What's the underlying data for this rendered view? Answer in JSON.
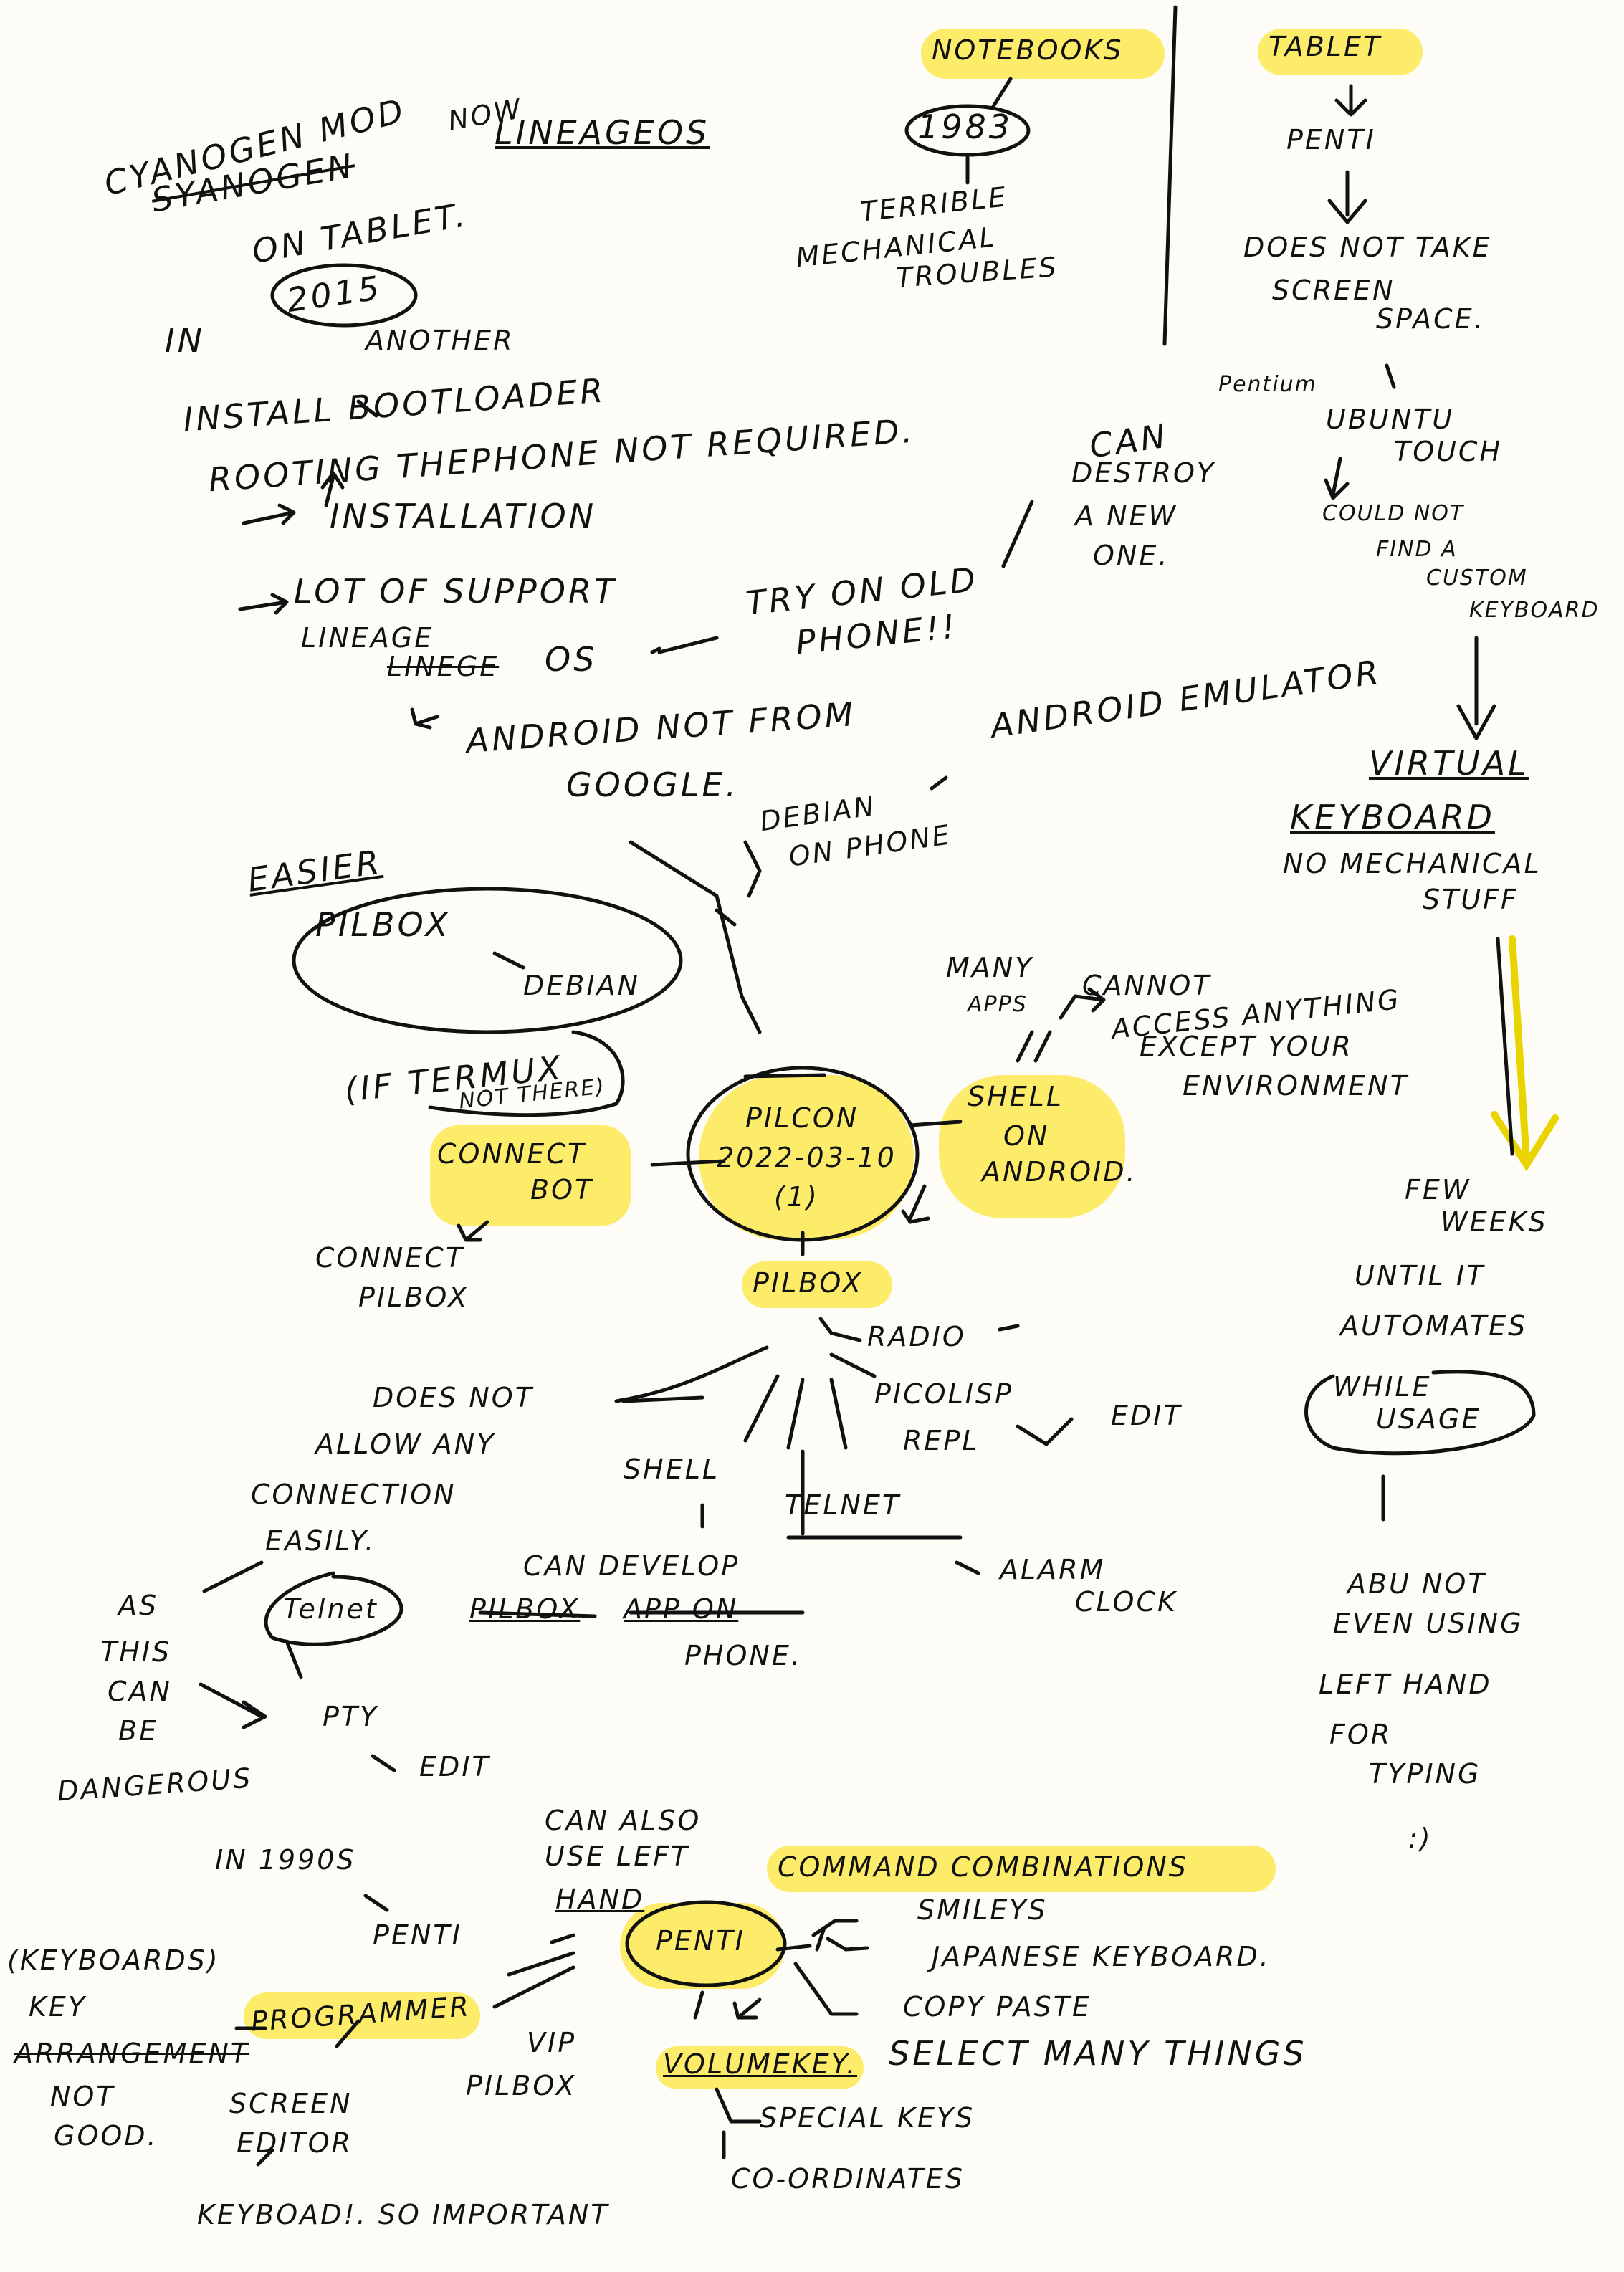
{
  "notes": {
    "cyanogen_mod": "CYANOGEN MOD",
    "cyanogen_strike": "SYANOGEN",
    "now": "NOW",
    "lineageos": "LINEAGEOS",
    "on_tablet": "ON TABLET.",
    "in": "IN",
    "year_2015": "2015",
    "another": "ANOTHER",
    "install_bootloader": "INSTALL BOOTLOADER",
    "rooting": "ROOTING THEPHONE NOT REQUIRED.",
    "installation": "INSTALLATION",
    "lot_support": "LOT OF SUPPORT",
    "lineage_over": "LINEAGE",
    "lineage_strike": "LINEGE",
    "os": "OS",
    "android_not_google": "ANDROID NOT FROM",
    "google": "GOOGLE.",
    "try_old": "TRY ON OLD",
    "phone": "PHONE!!",
    "can_destroy": "CAN",
    "destroy": "DESTROY",
    "a_new": "A NEW",
    "one": "ONE.",
    "notebooks": "NOTEBOOKS",
    "year_1983": "1983",
    "terrible": "TERRIBLE",
    "mechanical": "MECHANICAL",
    "troubles": "TROUBLES",
    "tablet": "TABLET",
    "penti_top": "PENTI",
    "does_not_take": "DOES NOT TAKE",
    "screen": "SCREEN",
    "space": "SPACE.",
    "pentium": "Pentium",
    "ubuntu": "UBUNTU",
    "touch": "TOUCH",
    "could_not": "COULD NOT",
    "find_a": "FIND A",
    "custom": "CUSTOM",
    "keyboard_sm": "KEYBOARD",
    "android_emulator": "ANDROID EMULATOR",
    "debian_on": "DEBIAN",
    "on_phone": "ON PHONE",
    "virtual": "VIRTUAL",
    "keyboard_v": "KEYBOARD",
    "no_mech": "NO MECHANICAL",
    "stuff": "STUFF",
    "easier": "EASIER",
    "pilbox_e": "PILBOX",
    "debian_e": "DEBIAN",
    "if_termux": "(IF TERMUX",
    "not_there": "NOT THERE)",
    "many": "MANY",
    "apps": "APPS",
    "cannot": "CANNOT",
    "access": "ACCESS ANYTHING",
    "except": "EXCEPT YOUR",
    "environment": "ENVIRONMENT",
    "pilcon": "PILCON",
    "date": "2022-03-10",
    "one_circ": "(1)",
    "shell_on": "SHELL",
    "on": "ON",
    "android": "ANDROID.",
    "connect_bot1": "CONNECT",
    "connect_bot2": "BOT",
    "connect_pilbox1": "CONNECT",
    "connect_pilbox2": "PILBOX",
    "few": "FEW",
    "weeks": "WEEKS",
    "until": "UNTIL IT",
    "automates": "AUTOMATES",
    "while": "WHILE",
    "usage": "USAGE",
    "pilbox_c": "PILBOX",
    "radio": "RADIO",
    "does_not_allow": "DOES NOT",
    "allow_any": "ALLOW ANY",
    "connection": "CONNECTION",
    "easily": "EASILY.",
    "picolisp": "PICOLISP",
    "repl": "REPL",
    "edit1": "EDIT",
    "shell": "SHELL",
    "telnet": "TELNET",
    "as_this": "AS",
    "this": "THIS",
    "can": "CAN",
    "be": "BE",
    "dangerous": "DANGEROUS",
    "telnet_c": "Telnet",
    "can_develop": "CAN DEVELOP",
    "pilbox_app": "PILBOX",
    "app_on": "APP ON",
    "phone2": "PHONE.",
    "alarm": "ALARM",
    "clock": "CLOCK",
    "abu": "ABU NOT",
    "even": "EVEN USING",
    "left_hand": "LEFT HAND",
    "for": "FOR",
    "typing": "TYPING",
    "smiley": ":)",
    "pty": "PTY",
    "edit2": "EDIT",
    "in_1990s": "IN 1990S",
    "can_also": "CAN ALSO",
    "use_left": "USE LEFT",
    "hand": "HAND",
    "command": "COMMAND COMBINATIONS",
    "smileys": "SMILEYS",
    "japanese": "JAPANESE KEYBOARD.",
    "copy_paste": "COPY PASTE",
    "select_many": "SELECT MANY THINGS",
    "penti_b": "PENTI",
    "penti_c": "PENTI",
    "keyboards": "(KEYBOARDS)",
    "key": "KEY",
    "arrangement": "ARRANGEMENT",
    "not": "NOT",
    "good": "GOOD.",
    "programmer": "PROGRAMMER",
    "vip": "VIP",
    "pilbox_v": "PILBOX",
    "volume_key": "VOLUMEKEY.",
    "special_keys": "SPECIAL KEYS",
    "coordinates": "CO-ORDINATES",
    "screen_b": "SCREEN",
    "editor": "EDITOR",
    "keyboad": "KEYBOAD!. SO IMPORTANT"
  },
  "colors": {
    "ink": "#111111",
    "highlight": "#fde84b",
    "paper": "#fdfcf7"
  }
}
